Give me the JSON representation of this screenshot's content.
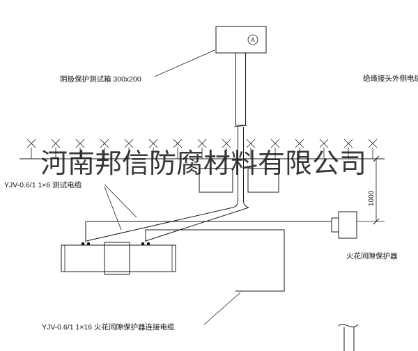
{
  "drawing": {
    "watermark": "河南邦信防腐材料有限公司",
    "labels": {
      "test_box": "阴极保护测试箱 300x200",
      "insulated_joint_cable": "绝缘接头外侧电缆",
      "test_cable": "YJV-0.6/1  1×6  测试电缆",
      "protector_cable": "YJV-0.6/1  1×16  火花间隙保护器连接电缆",
      "spark_gap_protector": "火花间隙保护器",
      "dimension": "1000",
      "meter_symbol": "A"
    },
    "colors": {
      "line": "#1a1a1a",
      "background": "#ffffff",
      "watermark": "#161616"
    }
  }
}
